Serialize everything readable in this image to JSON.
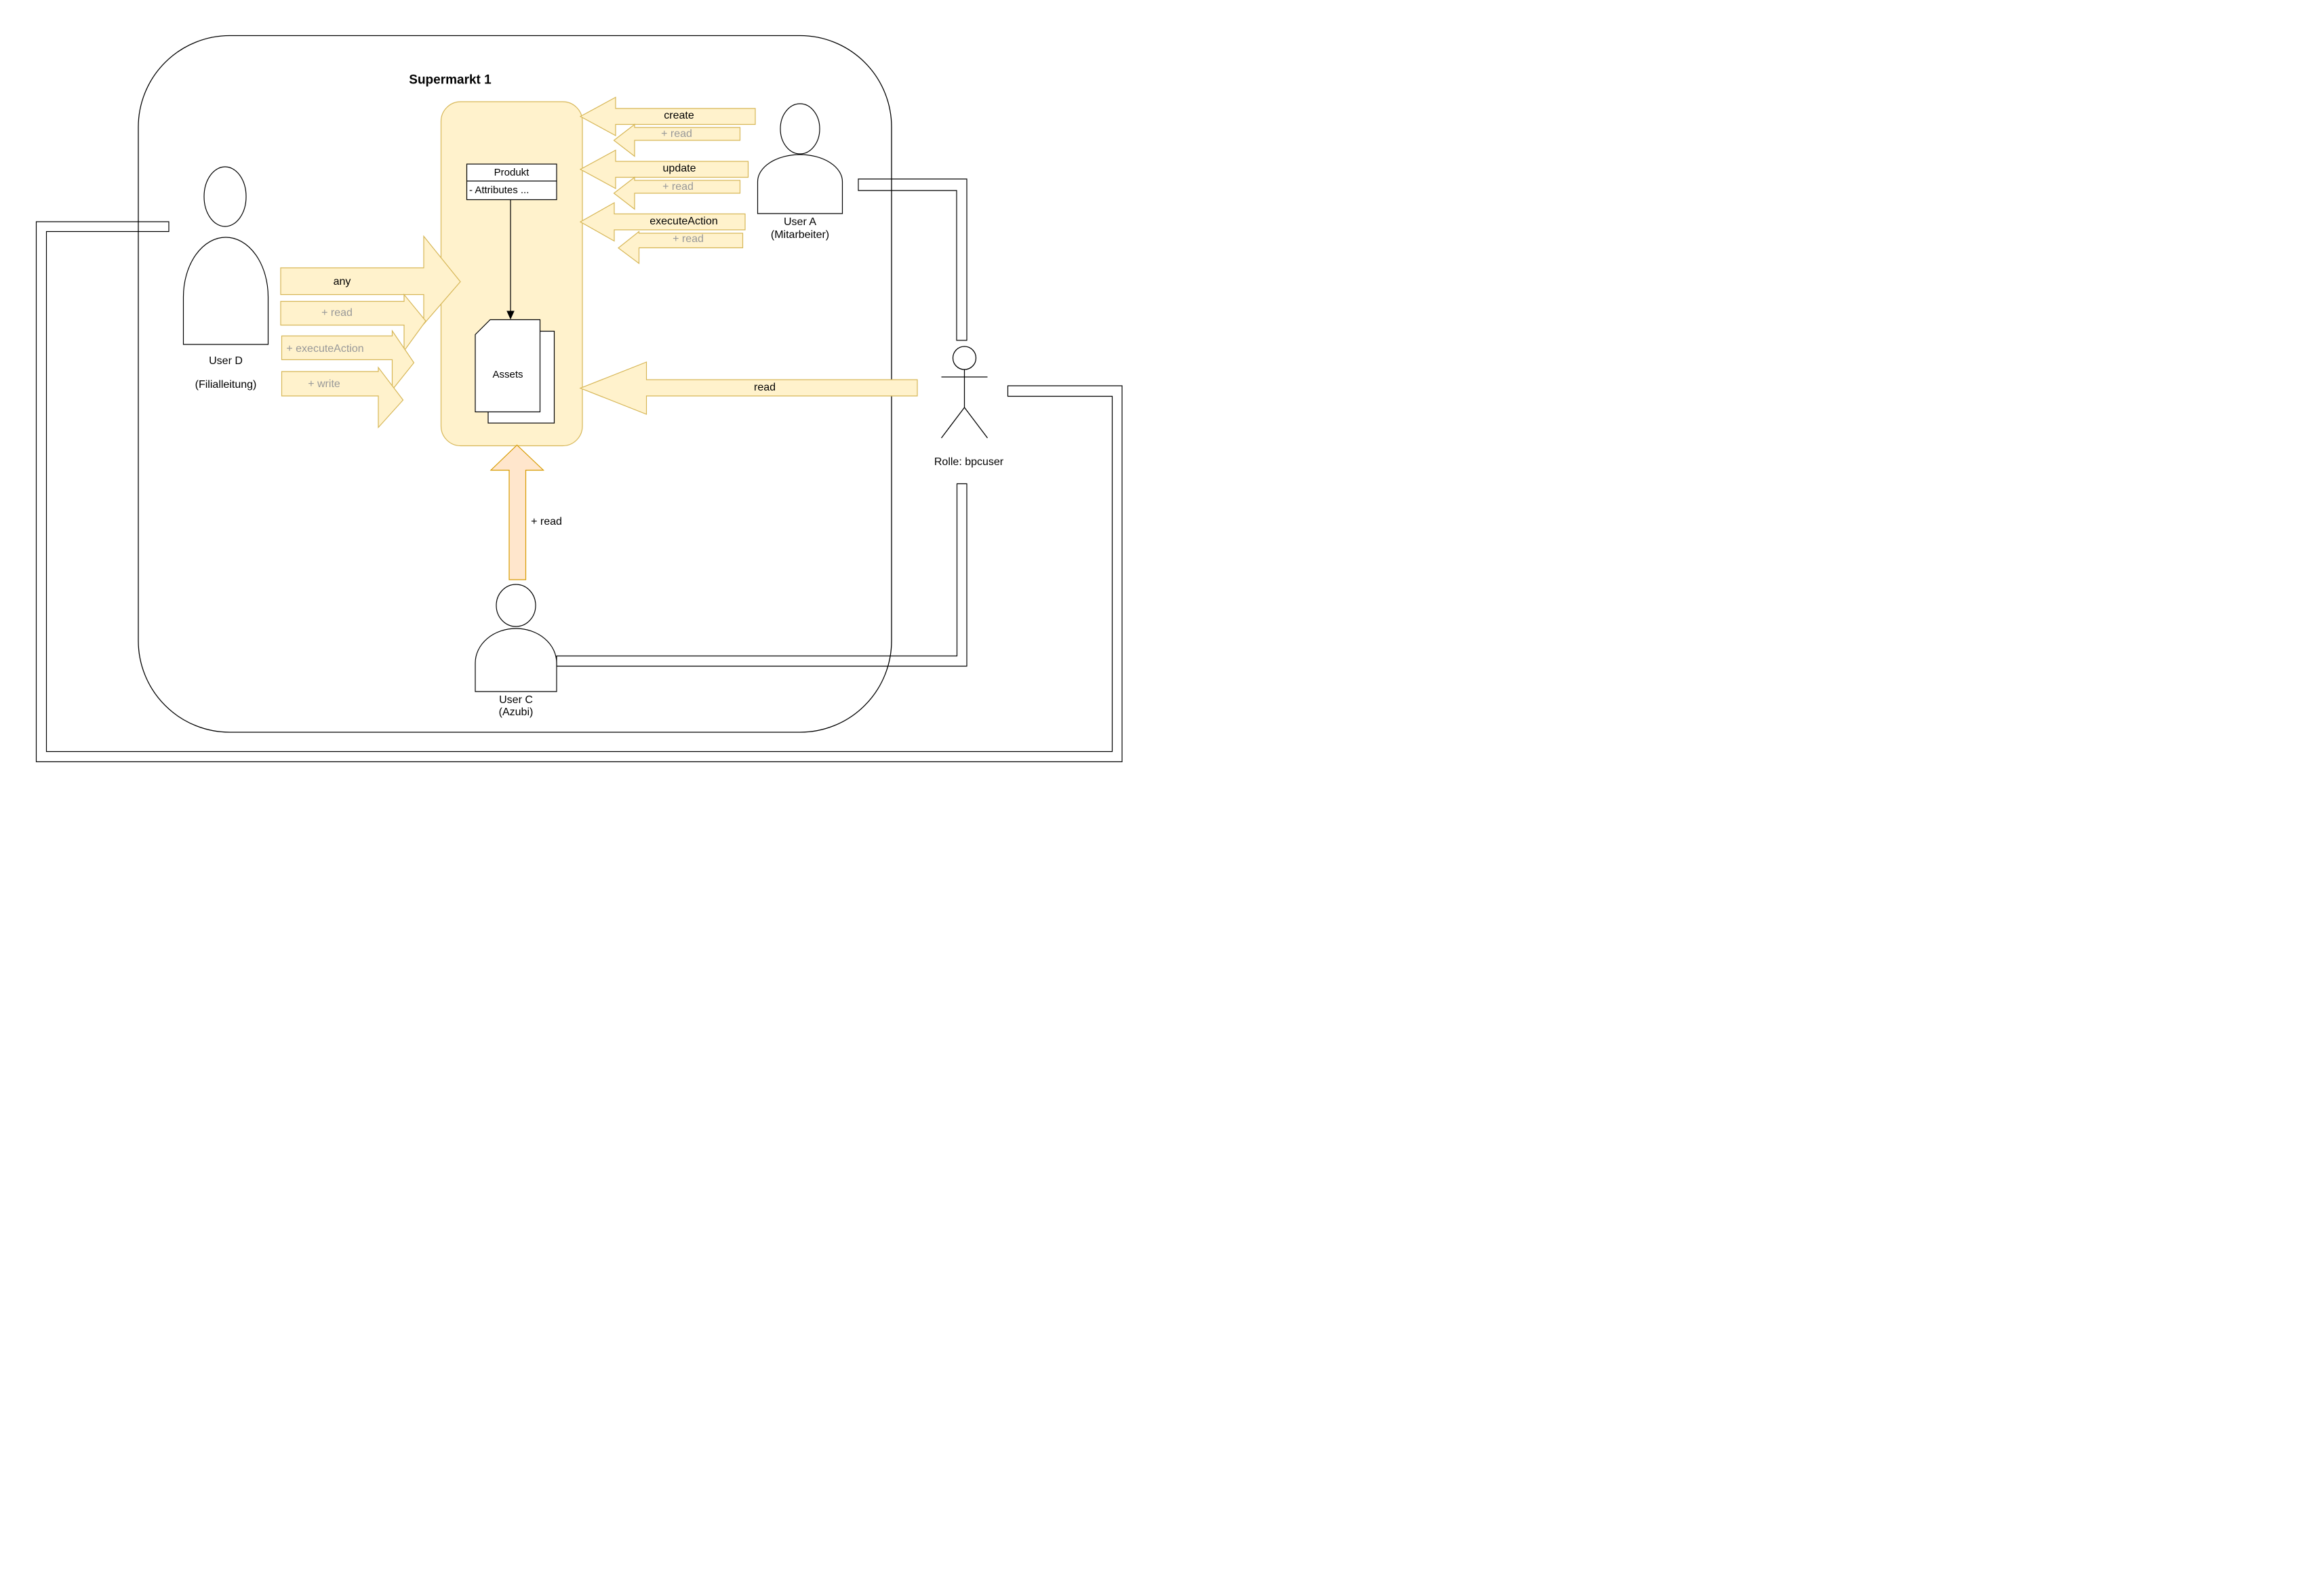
{
  "title": "Supermarkt 1",
  "product": {
    "name": "Produkt",
    "attributes": "- Attributes ..."
  },
  "assets_label": "Assets",
  "role_label": "Rolle: bpcuser",
  "users": {
    "d": {
      "name": "User D",
      "role": "(Filialleitung)"
    },
    "a": {
      "name": "User A",
      "role": "(Mitarbeiter)"
    },
    "c": {
      "name": "User C",
      "role": "(Azubi)"
    }
  },
  "permissions": {
    "user_d": {
      "main": "any",
      "extra1": "+ read",
      "extra2": "+ executeAction",
      "extra3": "+ write"
    },
    "user_a": {
      "create": "create",
      "create_extra": "+ read",
      "update": "update",
      "update_extra": "+ read",
      "execute": "executeAction",
      "execute_extra": "+ read"
    },
    "role": "read",
    "user_c": "+ read"
  },
  "colors": {
    "arrow_fill": "#FFF2CC",
    "arrow_stroke": "#D6B656",
    "highlight_fill": "#FFE6CC",
    "highlight_stroke": "#D79B00",
    "muted_text": "#999999"
  }
}
